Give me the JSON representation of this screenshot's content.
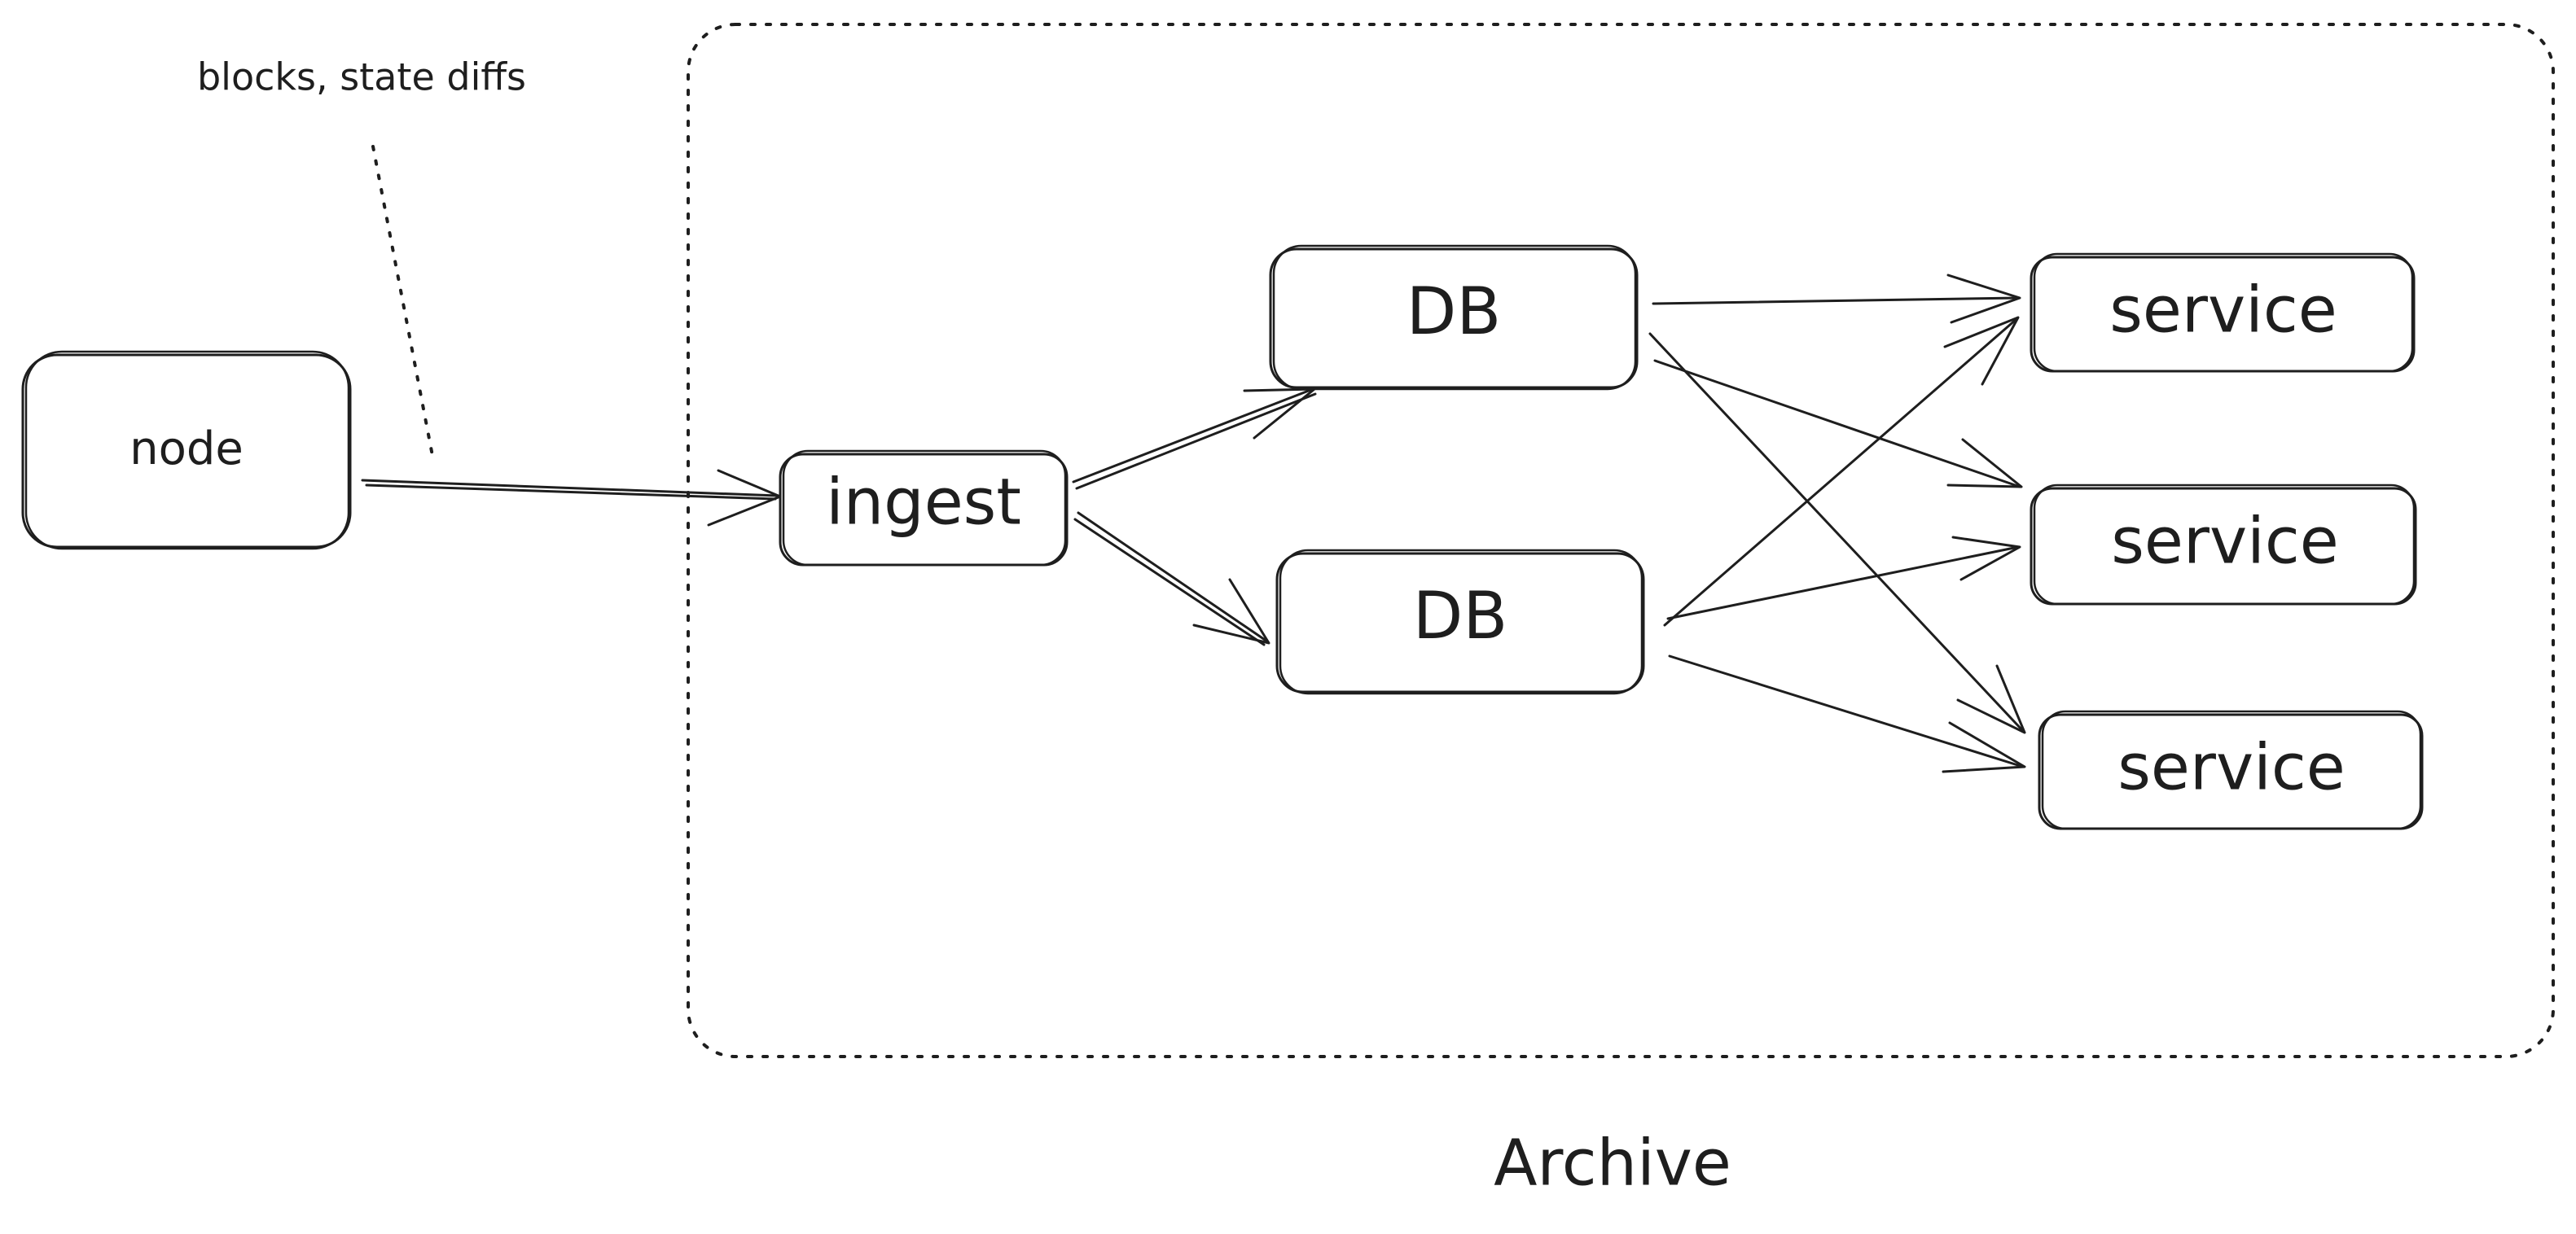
{
  "diagram": {
    "group": {
      "label": "Archive"
    },
    "annotation": {
      "text": "blocks, state diffs"
    },
    "nodes": {
      "node": {
        "label": "node"
      },
      "ingest": {
        "label": "ingest"
      },
      "db1": {
        "label": "DB"
      },
      "db2": {
        "label": "DB"
      },
      "service1": {
        "label": "service"
      },
      "service2": {
        "label": "service"
      },
      "service3": {
        "label": "service"
      }
    },
    "edges": [
      {
        "from": "node",
        "to": "ingest"
      },
      {
        "from": "ingest",
        "to": "db1"
      },
      {
        "from": "ingest",
        "to": "db2"
      },
      {
        "from": "db1",
        "to": "service1"
      },
      {
        "from": "db1",
        "to": "service2"
      },
      {
        "from": "db1",
        "to": "service3"
      },
      {
        "from": "db2",
        "to": "service1"
      },
      {
        "from": "db2",
        "to": "service2"
      },
      {
        "from": "db2",
        "to": "service3"
      }
    ],
    "colors": {
      "stroke": "#1e1e1e",
      "background": "#ffffff"
    }
  }
}
